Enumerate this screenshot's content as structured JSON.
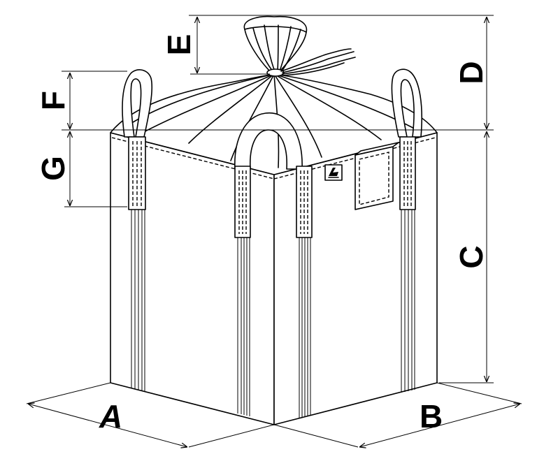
{
  "dimensions": {
    "A": "A",
    "B": "B",
    "C": "C",
    "D": "D",
    "E": "E",
    "F": "F",
    "G": "G"
  },
  "colors": {
    "line": "#000000",
    "background": "#ffffff"
  }
}
